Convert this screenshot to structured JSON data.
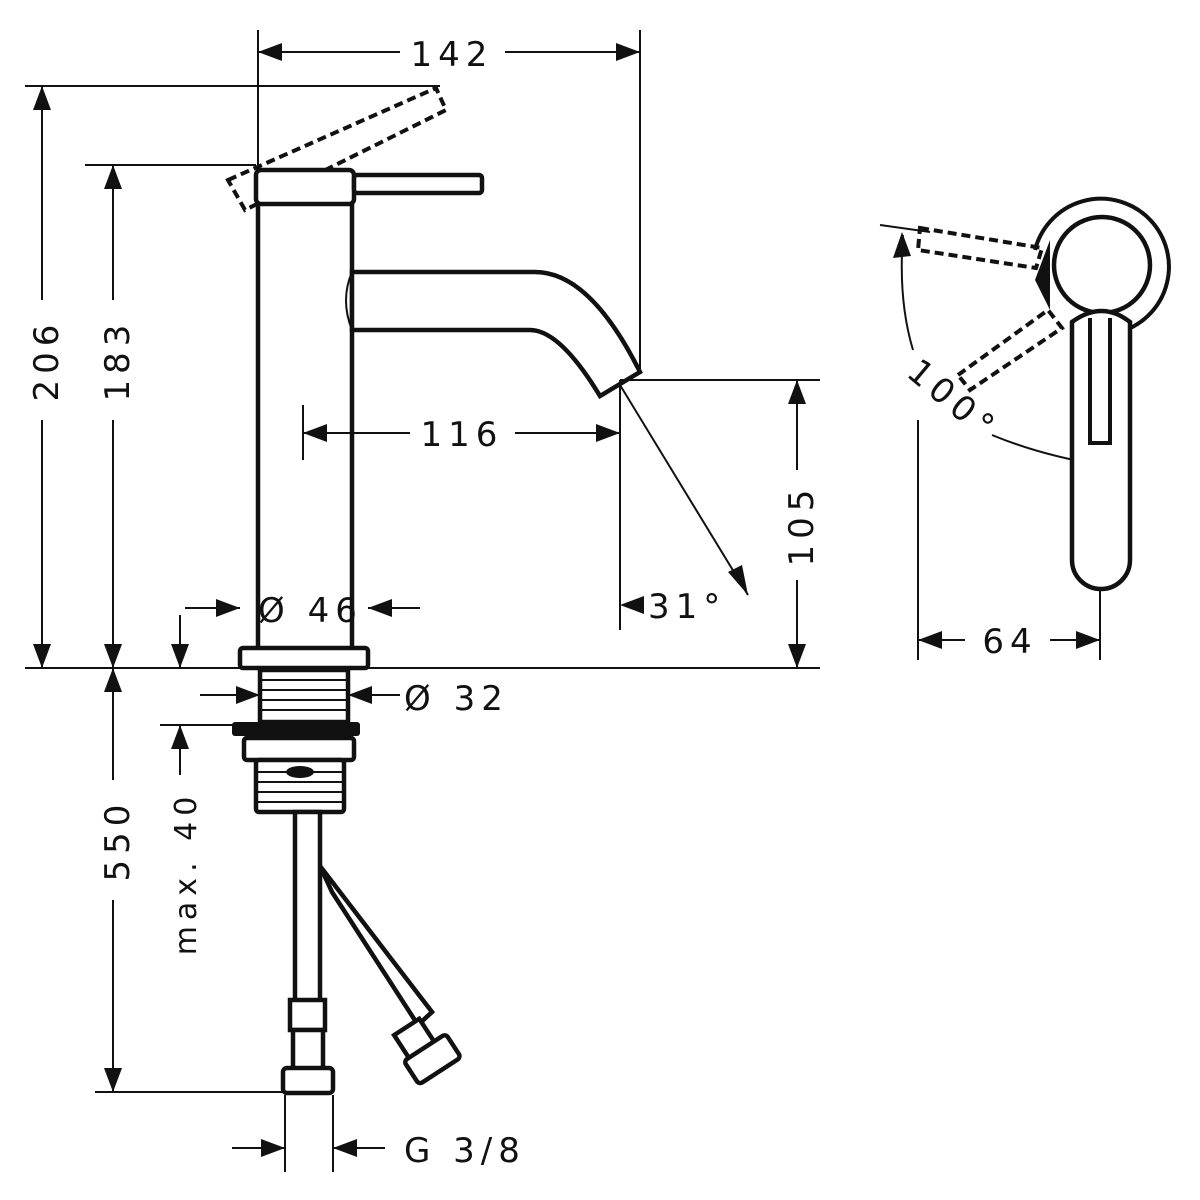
{
  "drawing": {
    "front_view": {
      "dim_total_width": "142",
      "dim_total_height": "206",
      "dim_lever_height": "183",
      "dim_spout_projection": "116",
      "dim_spout_height": "105",
      "dim_spout_angle": "31°",
      "dim_body_diameter": "Ø 46",
      "dim_thread_diameter": "Ø 32",
      "dim_max_counter_thickness": "max. 40",
      "dim_hose_length": "550",
      "dim_connection": "G 3/8"
    },
    "side_view": {
      "dim_lever_angle": "100°",
      "dim_depth": "64"
    }
  }
}
